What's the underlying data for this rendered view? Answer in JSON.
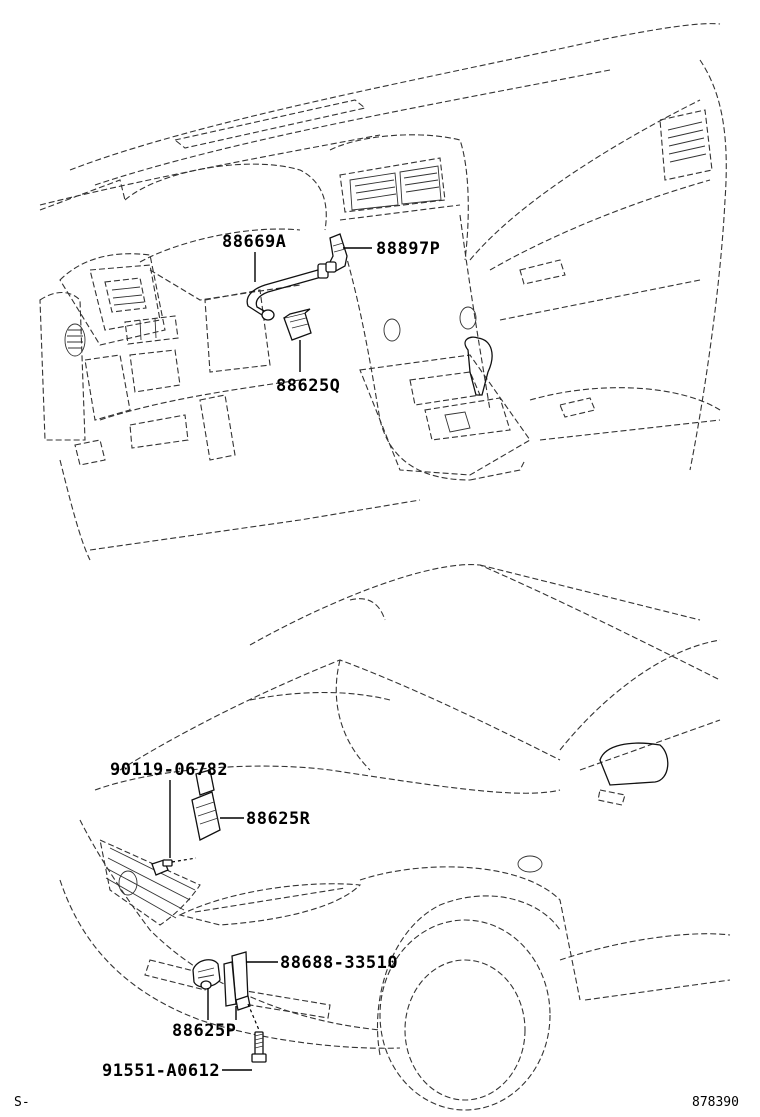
{
  "labels": {
    "hose_88669A": "88669A",
    "sensor_88897P": "88897P",
    "sensor_88625Q": "88625Q",
    "screw_90119": "90119-06782",
    "sensor_88625R": "88625R",
    "bracket_88688": "88688-33510",
    "sensor_88625P": "88625P",
    "bolt_91551": "91551-A0612"
  },
  "footer": {
    "left_code": "S-",
    "diagram_number": "878390"
  }
}
